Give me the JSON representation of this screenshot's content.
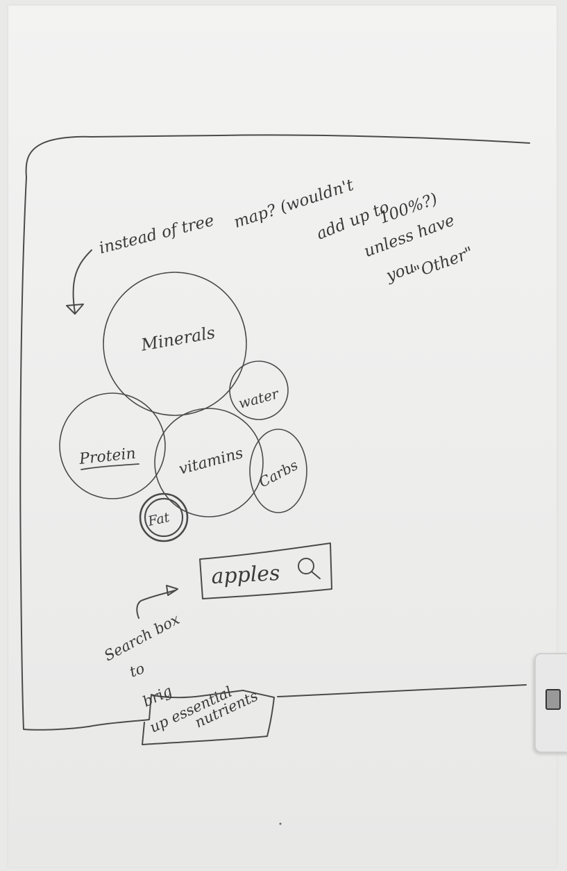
{
  "note": {
    "line1": "instead of tree",
    "line2": "map? (wouldn't",
    "line3": "add up to",
    "line4": "100%?)",
    "line5": "unless have",
    "line6": "you",
    "line7": "\"Other\""
  },
  "bubbles": {
    "minerals": "Minerals",
    "water": "water",
    "protein": "Protein",
    "vitamins": "vitamins",
    "carbs": "Carbs",
    "fat": "Fat"
  },
  "search": {
    "value": "apples",
    "icon": "search-icon"
  },
  "annotation": {
    "line1": "Search box",
    "line2": "to",
    "line3": "brig",
    "line4": "up essential",
    "line5": "nutrients"
  }
}
